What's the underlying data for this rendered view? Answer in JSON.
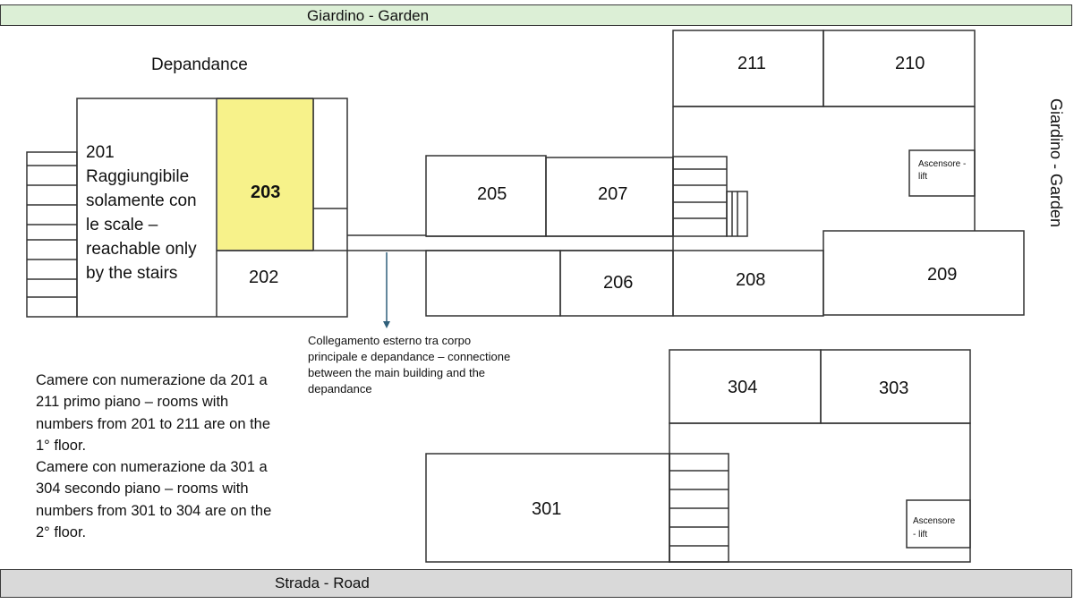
{
  "bands": {
    "garden_top": "Giardino - Garden",
    "garden_right": "Giardino - Garden",
    "road": "Strada - Road"
  },
  "depandance_title": "Depandance",
  "rooms": {
    "r201_text": "201\nRaggiungibile solamente con le scale – reachable only by the stairs",
    "r202": "202",
    "r203": "203",
    "r205": "205",
    "r206": "206",
    "r207": "207",
    "r208": "208",
    "r209": "209",
    "r210": "210",
    "r211": "211",
    "r301": "301",
    "r303": "303",
    "r304": "304"
  },
  "lifts": {
    "floor1": [
      "Ascensore -",
      "lift"
    ],
    "floor2": [
      "Ascensore",
      "- lift"
    ]
  },
  "connection_note": "Collegamento esterno tra corpo principale e depandance – connectione between the main building and the depandance",
  "floor_notes": "Camere con numerazione da 201 a 211 primo piano – rooms with numbers from 201 to 211 are on the 1° floor.\nCamere con numerazione da 301 a 304 secondo piano – rooms with numbers from 301 to 304 are on the 2° floor.",
  "colors": {
    "garden_band": "#dcefd6",
    "road_band": "#d9d9d9",
    "highlight_room": "#f7f28a",
    "walls": "#333333",
    "arrow": "#2f5f7a"
  }
}
